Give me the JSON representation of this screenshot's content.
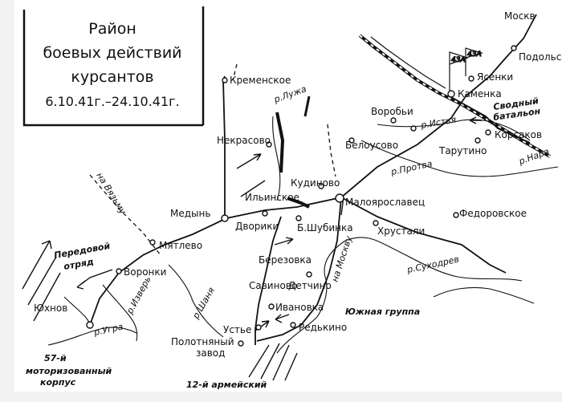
{
  "title": {
    "line1": "Район",
    "line2": "боевых действий",
    "line3": "курсантов",
    "line4": "6.10.41г.–24.10.41г."
  },
  "places": {
    "moskva": "Москв",
    "podolsk": "Подольск",
    "yasenki": "Ясенки",
    "kamenka": "Каменка",
    "vorobyi": "Воробьи",
    "korsakovo": "Корсаков",
    "tarutino": "Тарутино",
    "belousovo": "Белоусово",
    "kremenskoe": "Кременское",
    "nekrasovo": "Некрасово",
    "kudinovo": "Кудиново",
    "ilinskoe": "Ильинское",
    "dvoriki": "Дворики",
    "maloyaroslavets": "Малоярославец",
    "b_shubinka": "Б.Шубинка",
    "medyn": "Медынь",
    "myatlevo": "Мятлево",
    "fedorovskoe": "Федоровское",
    "khrustali": "Хрустали",
    "berezovka": "Березовка",
    "savinovo": "Савиново",
    "detchino": "Детчино",
    "ivanovka": "Ивановка",
    "redkino": "Редькино",
    "ustye": "Устье",
    "polotnyany_zavod_1": "Полотняный",
    "polotnyany_zavod_2": "завод",
    "voronki": "Воронки",
    "yukhnov": "Юхнов"
  },
  "rivers": {
    "luzha": "р.Лужа",
    "istya": "р.Истья",
    "protva": "р.Протва",
    "nara": "р.Нара",
    "sukhodrev": "р.Суходрев",
    "shanya": "р.Шаня",
    "izver": "р.Изверь",
    "ugra": "р.Угра"
  },
  "roads": {
    "na_vyazmu": "на Вязьму",
    "na_moskvu": "на Москву"
  },
  "units": {
    "svodny_1": "Сводный",
    "svodny_2": "батальон",
    "peredovoy_1": "Передовой",
    "peredovoy_2": "отряд",
    "yuzhnaya": "Южная группа",
    "army12": "12-й армейский",
    "korpus57_1": "57-й",
    "korpus57_2": "моторизованный",
    "korpus57_3": "корпус",
    "sd43_a": "43А",
    "sd43_b": "43А"
  }
}
